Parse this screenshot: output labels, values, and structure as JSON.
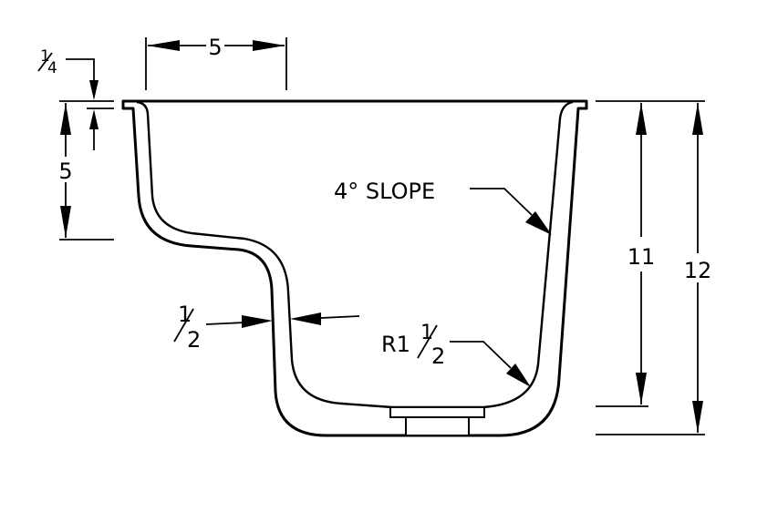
{
  "drawing": {
    "subject": "sink basin cross-section",
    "line_color": "#000000",
    "background": "#ffffff",
    "dimensions": {
      "rim_thickness": {
        "whole": "",
        "num": "1",
        "den": "4"
      },
      "step_width": "5",
      "step_depth": "5",
      "wall_thickness": {
        "whole": "",
        "num": "1",
        "den": "2"
      },
      "inner_depth": "11",
      "overall_depth": "12",
      "corner_radius": {
        "prefix": "R1",
        "num": "1",
        "den": "2"
      },
      "wall_slope": "4° SLOPE"
    }
  }
}
